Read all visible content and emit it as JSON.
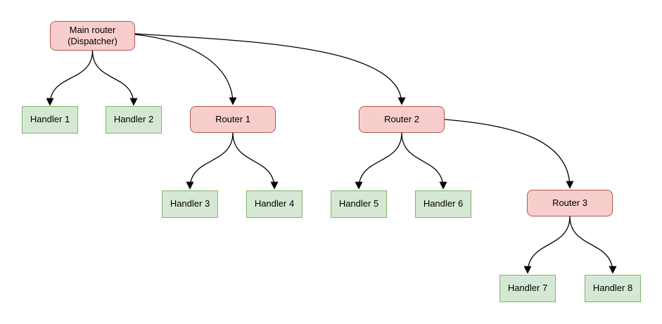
{
  "diagram": {
    "nodes": {
      "main_router": {
        "label": "Main router\n(Dispatcher)",
        "type": "router"
      },
      "handler_1": {
        "label": "Handler 1",
        "type": "handler"
      },
      "handler_2": {
        "label": "Handler 2",
        "type": "handler"
      },
      "router_1": {
        "label": "Router 1",
        "type": "router"
      },
      "router_2": {
        "label": "Router 2",
        "type": "router"
      },
      "handler_3": {
        "label": "Handler 3",
        "type": "handler"
      },
      "handler_4": {
        "label": "Handler 4",
        "type": "handler"
      },
      "handler_5": {
        "label": "Handler 5",
        "type": "handler"
      },
      "handler_6": {
        "label": "Handler 6",
        "type": "handler"
      },
      "router_3": {
        "label": "Router 3",
        "type": "router"
      },
      "handler_7": {
        "label": "Handler 7",
        "type": "handler"
      },
      "handler_8": {
        "label": "Handler 8",
        "type": "handler"
      }
    },
    "edges": [
      {
        "from": "main_router",
        "to": "handler_1"
      },
      {
        "from": "main_router",
        "to": "handler_2"
      },
      {
        "from": "main_router",
        "to": "router_1"
      },
      {
        "from": "main_router",
        "to": "router_2"
      },
      {
        "from": "router_1",
        "to": "handler_3"
      },
      {
        "from": "router_1",
        "to": "handler_4"
      },
      {
        "from": "router_2",
        "to": "handler_5"
      },
      {
        "from": "router_2",
        "to": "handler_6"
      },
      {
        "from": "router_2",
        "to": "router_3"
      },
      {
        "from": "router_3",
        "to": "handler_7"
      },
      {
        "from": "router_3",
        "to": "handler_8"
      }
    ],
    "colors": {
      "router_fill": "#f8cecc",
      "router_border": "#b85450",
      "handler_fill": "#d5e8d4",
      "handler_border": "#82b366",
      "edge_stroke": "#000000",
      "background": "#ffffff"
    }
  }
}
